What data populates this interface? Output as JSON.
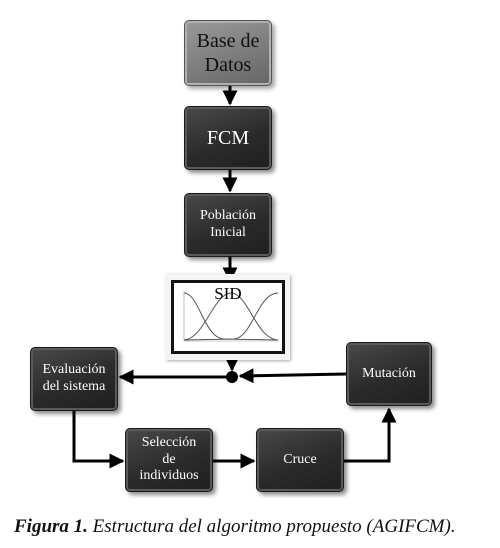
{
  "nodes": {
    "base_datos": [
      "Base de",
      "Datos"
    ],
    "fcm": [
      "FCM"
    ],
    "poblacion": [
      "Población",
      "Inicial"
    ],
    "sid": "SID",
    "evaluacion": [
      "Evaluación",
      "del sistema"
    ],
    "seleccion": [
      "Selección",
      "de",
      "individuos"
    ],
    "cruce": [
      "Cruce"
    ],
    "mutacion": [
      "Mutación"
    ]
  },
  "caption": {
    "label": "Figura 1.",
    "text": "Estructura del algoritmo propuesto (AGIFCM)."
  }
}
